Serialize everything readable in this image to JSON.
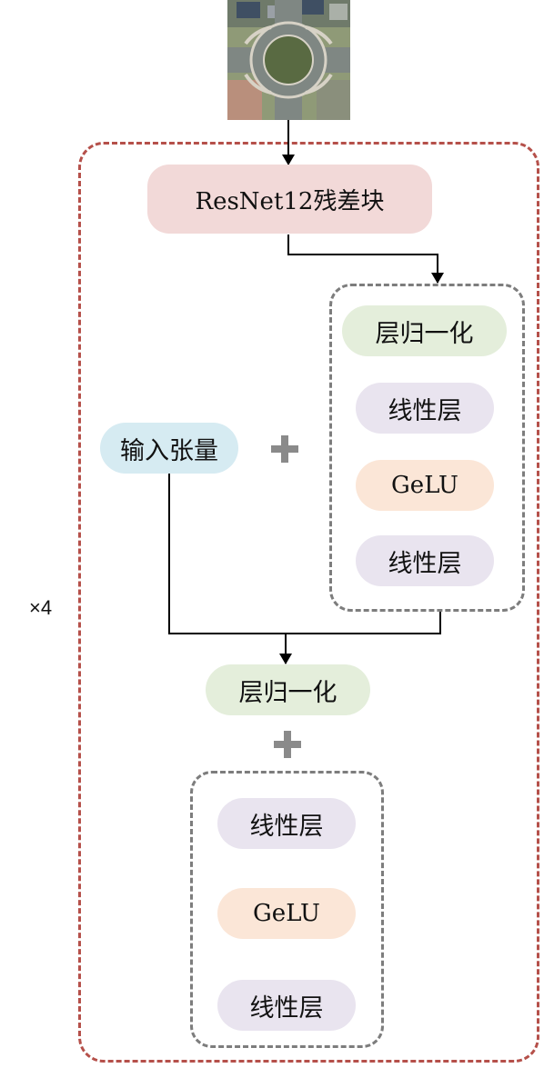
{
  "input_image": {
    "icon": "roundabout-aerial-photo",
    "colors": {
      "road": "#7f8783",
      "grass": "#596a42",
      "field": "#8f9a77",
      "curb": "#d7d2c6",
      "roof": "#3f4f63"
    }
  },
  "outer_block": {
    "repeat_label": "×4",
    "border_color": "#b5504a"
  },
  "resnet_block": {
    "label": "ResNet12残差块",
    "color": "#f2d9d8"
  },
  "input_tensor": {
    "label": "输入张量",
    "color": "#d6ebf2"
  },
  "branch_top": {
    "layers": [
      {
        "label": "层归一化",
        "kind": "norm"
      },
      {
        "label": "线性层",
        "kind": "linear"
      },
      {
        "label": "GeLU",
        "kind": "gelu"
      },
      {
        "label": "线性层",
        "kind": "linear"
      }
    ]
  },
  "merge_norm": {
    "label": "层归一化"
  },
  "branch_bottom": {
    "layers": [
      {
        "label": "线性层",
        "kind": "linear"
      },
      {
        "label": "GeLU",
        "kind": "gelu"
      },
      {
        "label": "线性层",
        "kind": "linear"
      }
    ]
  },
  "operators": {
    "plus_icon": "plus-icon",
    "color": "#8a8a8a"
  }
}
